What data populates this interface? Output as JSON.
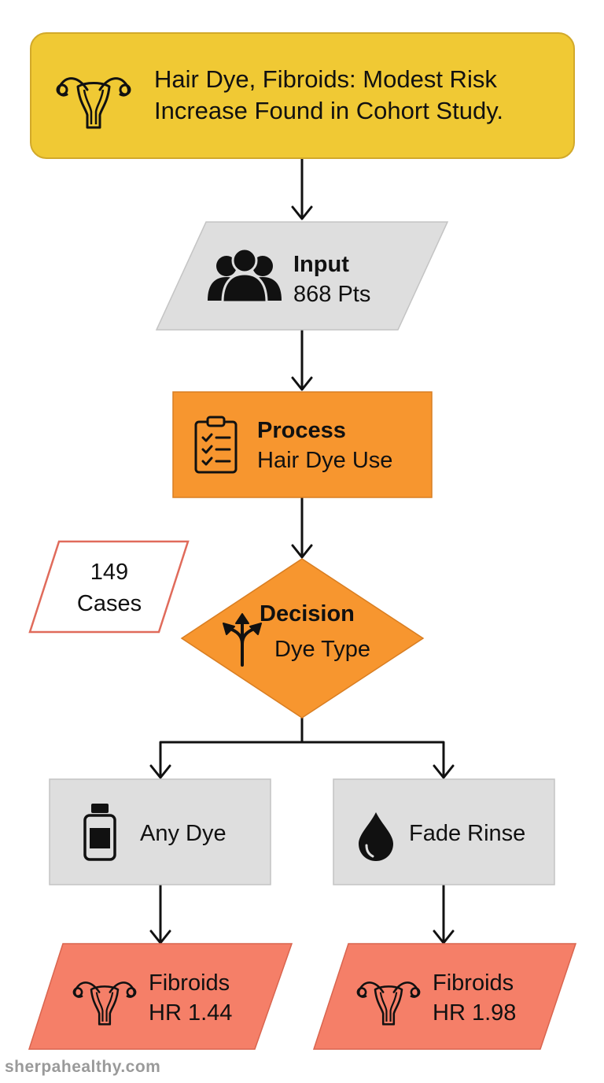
{
  "title": {
    "line1": "Hair Dye, Fibroids: Modest Risk",
    "line2": "Increase Found in Cohort Study.",
    "icon": "uterus-icon"
  },
  "input": {
    "heading": "Input",
    "value": "868 Pts",
    "icon": "people-group-icon"
  },
  "process": {
    "heading": "Process",
    "value": "Hair Dye Use",
    "icon": "clipboard-checklist-icon"
  },
  "cases": {
    "line1": "149",
    "line2": "Cases"
  },
  "decision": {
    "heading": "Decision",
    "value": "Dye Type",
    "icon": "split-arrows-icon"
  },
  "branches": [
    {
      "label": "Any Dye",
      "icon": "bottle-icon"
    },
    {
      "label": "Fade Rinse",
      "icon": "droplet-icon"
    }
  ],
  "outcomes": [
    {
      "line1": "Fibroids",
      "line2": "HR 1.44",
      "icon": "uterus-icon"
    },
    {
      "line1": "Fibroids",
      "line2": "HR 1.98",
      "icon": "uterus-icon"
    }
  ],
  "footer": "sherpahealthy.com",
  "colors": {
    "title_fill": "#F0C934",
    "title_stroke": "#D2A92A",
    "input_fill": "#DEDEDE",
    "process_fill": "#F7962F",
    "decision_fill": "#F7962F",
    "branch_fill": "#DEDEDE",
    "outcome_fill": "#F57F68",
    "cases_stroke": "#E06B5B",
    "footer": "#9A9A9A"
  }
}
